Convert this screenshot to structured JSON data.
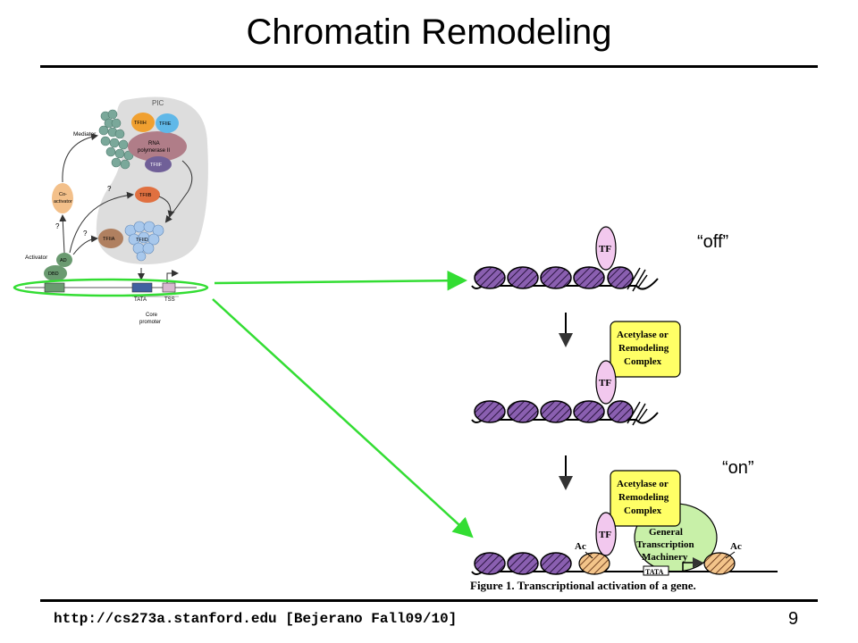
{
  "title": "Chromatin Remodeling",
  "footer": {
    "url": "http://cs273a.stanford.edu  [Bejerano Fall09/10]",
    "page": "9"
  },
  "pic_diagram": {
    "pic": "PIC",
    "mediator": "Mediator",
    "tfiih": "TFIIH",
    "tfiie": "TFIIE",
    "rna1": "RNA",
    "rna2": "polymerase II",
    "tfiif": "TFIIF",
    "coactivator1": "Co-",
    "coactivator2": "activator",
    "tfiib": "TFIIB",
    "tfiia": "TFIIA",
    "tfiid": "TFIID",
    "activator": "Activator",
    "ad": "AD",
    "dbd": "DBD",
    "q1": "?",
    "q2": "?",
    "q3": "?",
    "tata": "TATA",
    "tss": "TSS",
    "core1": "Core",
    "core2": "promoter"
  },
  "states": {
    "off": "“off”",
    "on": "“on”"
  },
  "activation": {
    "tf": "TF",
    "complex1": "Acetylase or",
    "complex2": "Remodeling",
    "complex3": "Complex",
    "gtm1": "General",
    "gtm2": "Transcription",
    "gtm3": "Machinery",
    "ac": "Ac",
    "tata": "TATA",
    "caption": "Figure 1. Transcriptional activation of a gene."
  },
  "colors": {
    "highlight": "#33dd33",
    "nucleosome": "#8a5fb0",
    "tf": "#f2c8ee",
    "complex": "#ffff66",
    "machinery": "#c8f0a8"
  }
}
